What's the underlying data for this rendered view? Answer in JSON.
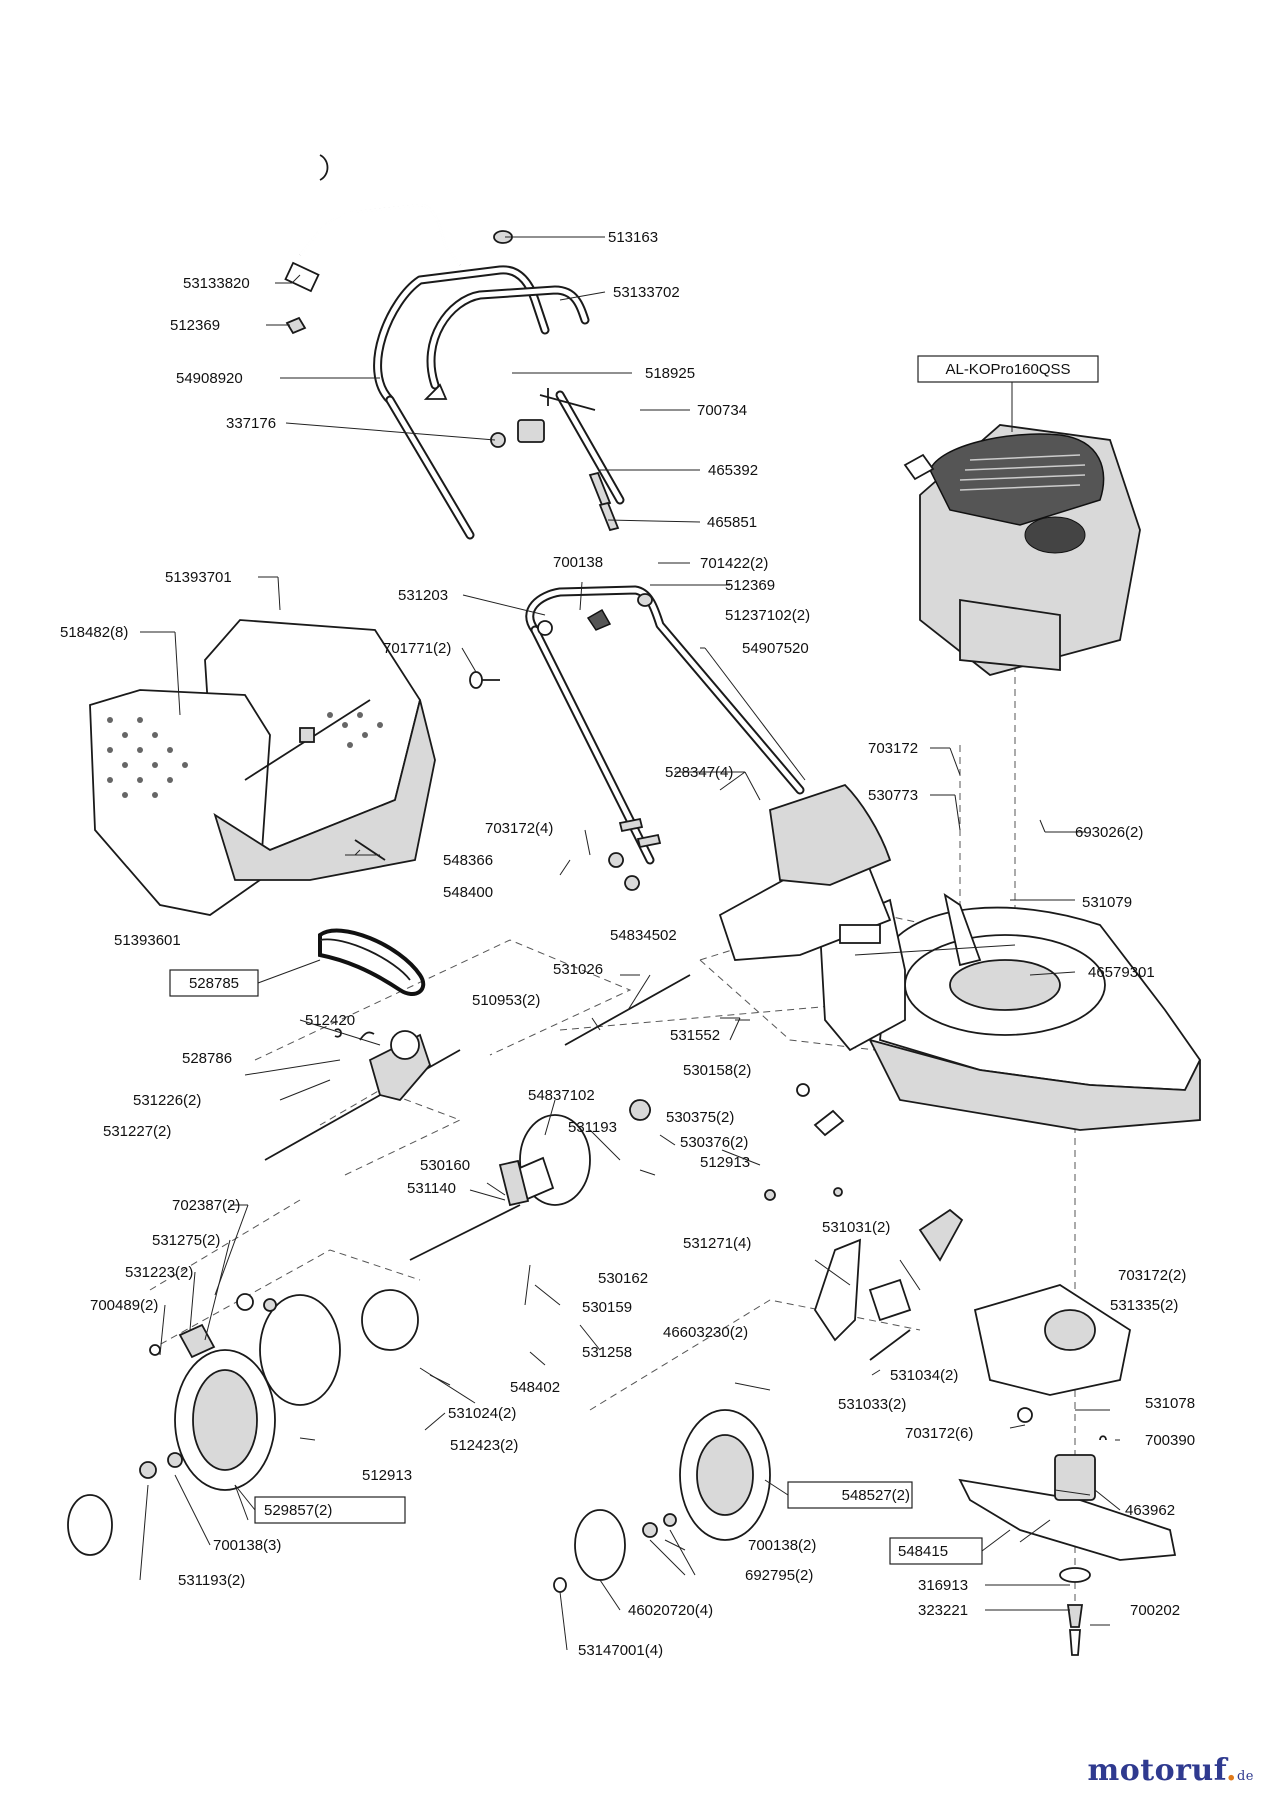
{
  "diagram": {
    "engine_box_label": "AL-KOPro160QSS",
    "labels": [
      "513163",
      "53133820",
      "53133702",
      "512369",
      "54908920",
      "518925",
      "700734",
      "337176",
      "465392",
      "465851",
      "700138",
      "701422(2)",
      "51393701",
      "531203",
      "512369",
      "51237102(2)",
      "518482(8)",
      "701771(2)",
      "54907520",
      "528347(4)",
      "703172",
      "530773",
      "693026(2)",
      "703172(4)",
      "548366",
      "548400",
      "531079",
      "54834502",
      "51393601",
      "46579301",
      "531026",
      "510953(2)",
      "531552",
      "512420",
      "528786",
      "530158(2)",
      "54837102",
      "531226(2)",
      "531193",
      "530375(2)",
      "531227(2)",
      "530376(2)",
      "512913",
      "530160",
      "531140",
      "702387(2)",
      "531271(4)",
      "531275(2)",
      "531031(2)",
      "531223(2)",
      "530162",
      "703172(2)",
      "700489(2)",
      "530159",
      "531335(2)",
      "531258",
      "46603230(2)",
      "531034(2)",
      "548402",
      "531033(2)",
      "531078",
      "531024(2)",
      "512423(2)",
      "703172(6)",
      "700390",
      "512913",
      "463962",
      "700138(3)",
      "700138(2)",
      "531193(2)",
      "692795(2)",
      "316913",
      "700202",
      "46020720(4)",
      "323221",
      "53147001(4)"
    ],
    "boxed_labels": [
      "528785",
      "529857(2)",
      "548527(2)",
      "548415"
    ]
  },
  "watermark": {
    "name": "motoruf",
    "dot": ".",
    "tld": "de"
  }
}
